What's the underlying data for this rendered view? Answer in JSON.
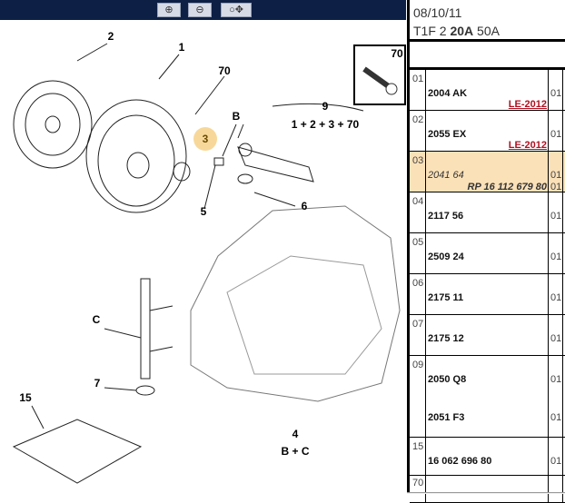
{
  "toolbar": {
    "zoom_in": "zoom-in-icon",
    "zoom_out": "zoom-out-icon",
    "pan": "zoom-pan-icon"
  },
  "diagram": {
    "labels": {
      "l2": "2",
      "l1": "1",
      "l70": "70",
      "l9": "9",
      "l9sum": "1 + 2 + 3 + 70",
      "lB": "B",
      "l3": "3",
      "l5": "5",
      "l6": "6",
      "lC": "C",
      "l7": "7",
      "l15": "15",
      "l4": "4",
      "l4sum": "B + C"
    },
    "inset_label": "70",
    "highlight_color": "#f7d89a"
  },
  "header": {
    "date": "08/10/11",
    "code_prefix": "T1F 2 ",
    "code_bold": "20A",
    "code_suffix": " 50A"
  },
  "rows": [
    {
      "num": "01",
      "ref": "2004 AK",
      "qty": "01",
      "link": "LE-2012"
    },
    {
      "num": "02",
      "ref": "2055 EX",
      "qty": "01",
      "link": "LE-2012"
    },
    {
      "num": "03",
      "ref": "2041 64",
      "qty": "01",
      "ref2": "RP 16 112 679 80",
      "qty2": "01"
    },
    {
      "num": "04",
      "ref": "2117 56",
      "qty": "01"
    },
    {
      "num": "05",
      "ref": "2509 24",
      "qty": "01"
    },
    {
      "num": "06",
      "ref": "2175 11",
      "qty": "01"
    },
    {
      "num": "07",
      "ref": "2175 12",
      "qty": "01"
    },
    {
      "num": "09",
      "ref": "2050 Q8",
      "qty": "01",
      "ref2": "2051 F3",
      "qty2": "01"
    },
    {
      "num": "15",
      "ref": "16 062 696 80",
      "qty": "01"
    },
    {
      "num": "70"
    }
  ]
}
